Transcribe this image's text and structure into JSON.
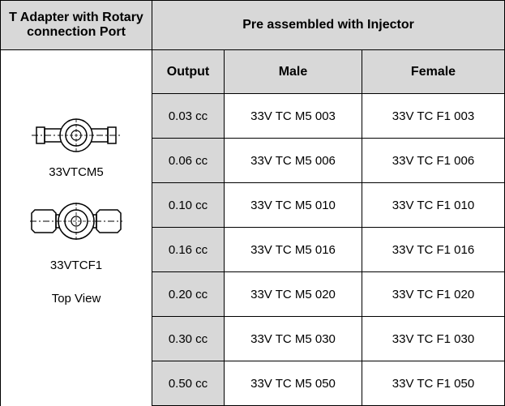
{
  "header": {
    "left_title": "T Adapter with Rotary connection Port",
    "right_title": "Pre assembled with Injector",
    "output_label": "Output",
    "male_label": "Male",
    "female_label": "Female"
  },
  "images": {
    "label_m5": "33VTCM5",
    "label_f1": "33VTCF1",
    "label_view": "Top View",
    "icons": [
      "t-adapter-m5-icon",
      "t-adapter-f1-icon"
    ]
  },
  "rows": [
    {
      "output": "0.03 cc",
      "male": "33V TC M5 003",
      "female": "33V TC F1 003"
    },
    {
      "output": "0.06 cc",
      "male": "33V TC M5 006",
      "female": "33V TC F1 006"
    },
    {
      "output": "0.10 cc",
      "male": "33V TC M5 010",
      "female": "33V TC F1 010"
    },
    {
      "output": "0.16 cc",
      "male": "33V TC M5 016",
      "female": "33V TC F1 016"
    },
    {
      "output": "0.20 cc",
      "male": "33V TC M5 020",
      "female": "33V TC F1 020"
    },
    {
      "output": "0.30 cc",
      "male": "33V TC M5 030",
      "female": "33V TC F1 030"
    },
    {
      "output": "0.50 cc",
      "male": "33V TC M5 050",
      "female": "33V TC F1 050"
    }
  ]
}
